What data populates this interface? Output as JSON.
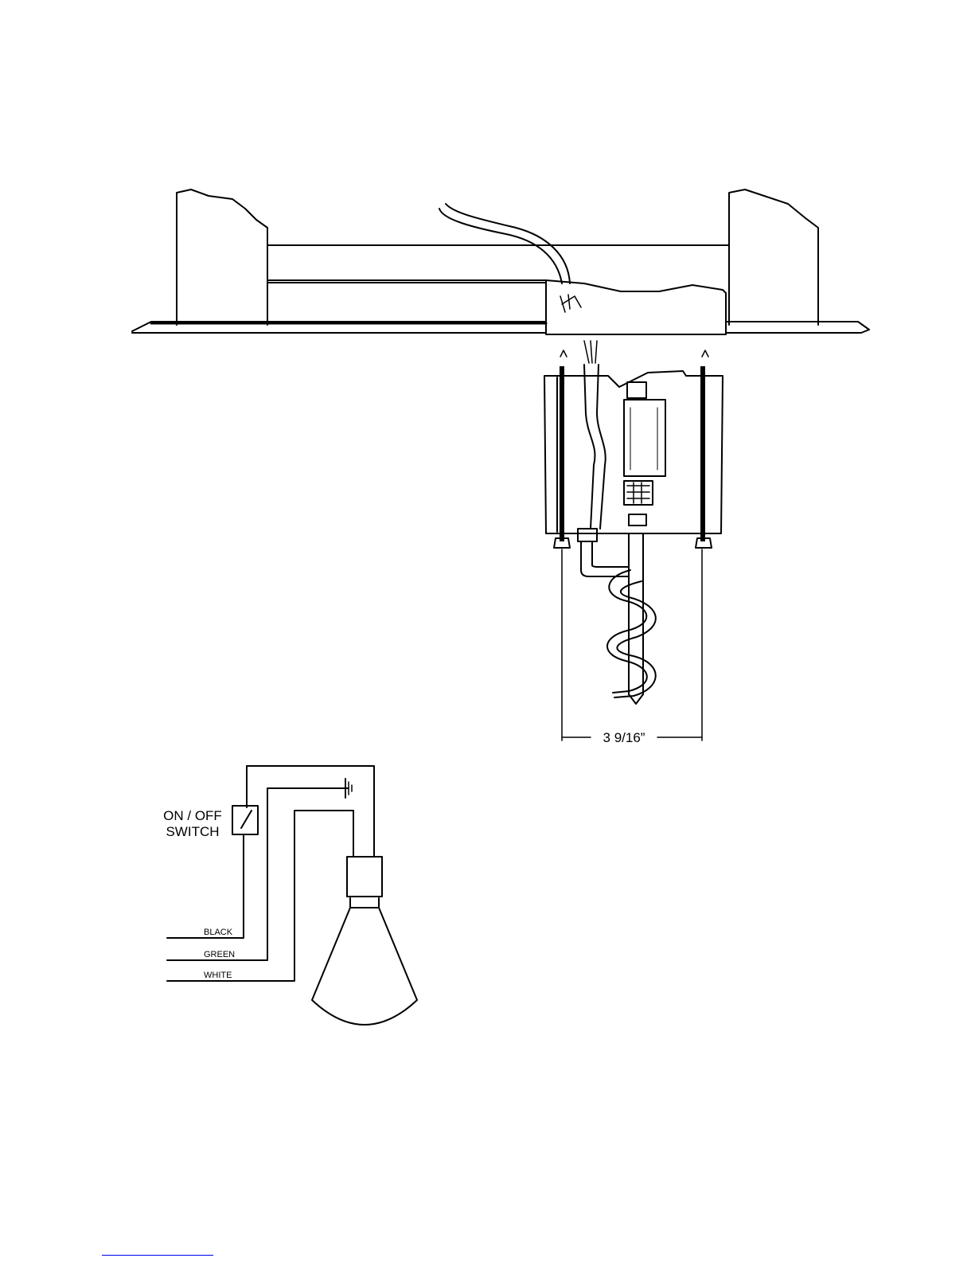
{
  "dimension": {
    "label": "3  9/16”"
  },
  "switch": {
    "label_line1": "ON / OFF",
    "label_line2": "SWITCH"
  },
  "wires": [
    {
      "label": "BLACK"
    },
    {
      "label": "GREEN"
    },
    {
      "label": "WHITE"
    }
  ],
  "icons": {
    "ground": "ground-symbol-icon",
    "lamp": "lamp-bulb-icon",
    "switch": "toggle-switch-icon"
  },
  "colors": {
    "line": "#000000",
    "background": "#ffffff"
  }
}
